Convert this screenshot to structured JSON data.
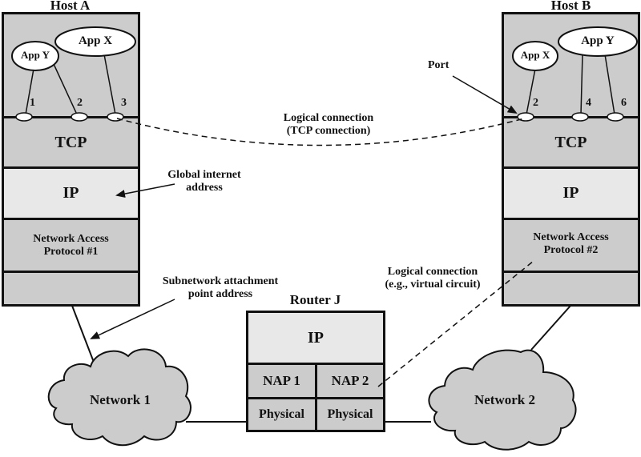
{
  "colors": {
    "layer_dark": "#cccccc",
    "layer_light": "#e8e8e8",
    "ink": "#111111",
    "background": "#ffffff"
  },
  "host_a": {
    "title": "Host A",
    "apps": [
      {
        "label": "App Y"
      },
      {
        "label": "App X"
      }
    ],
    "ports": [
      "1",
      "2",
      "3"
    ],
    "layers": {
      "tcp": "TCP",
      "ip": "IP",
      "nap_line1": "Network Access",
      "nap_line2": "Protocol #1"
    }
  },
  "host_b": {
    "title": "Host B",
    "apps": [
      {
        "label": "App X"
      },
      {
        "label": "App Y"
      }
    ],
    "ports": [
      "2",
      "4",
      "6"
    ],
    "layers": {
      "tcp": "TCP",
      "ip": "IP",
      "nap_line1": "Network Access",
      "nap_line2": "Protocol #2"
    }
  },
  "router": {
    "title": "Router J",
    "ip": "IP",
    "nap1": "NAP 1",
    "nap2": "NAP 2",
    "phys1": "Physical",
    "phys2": "Physical"
  },
  "networks": {
    "net1": "Network 1",
    "net2": "Network 2"
  },
  "annotations": {
    "port": "Port",
    "tcp_conn_line1": "Logical connection",
    "tcp_conn_line2": "(TCP connection)",
    "global_addr_line1": "Global internet",
    "global_addr_line2": "address",
    "subnet_addr_line1": "Subnetwork attachment",
    "subnet_addr_line2": "point address",
    "vc_line1": "Logical connection",
    "vc_line2": "(e.g., virtual circuit)"
  }
}
